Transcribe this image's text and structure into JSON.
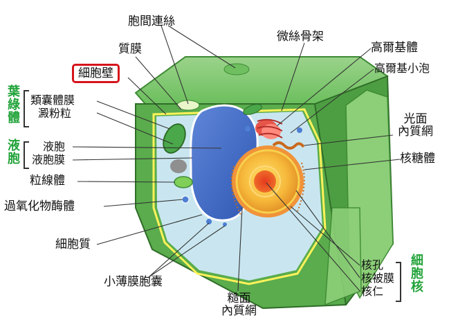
{
  "labels": {
    "plasmodesmata": "胞間連絲",
    "plasma_membrane": "質膜",
    "cell_wall": "細胞壁",
    "chloroplast": "葉綠體",
    "thylakoid_membrane": "類囊體膜",
    "starch_granule": "澱粉粒",
    "vacuole_group": "液胞",
    "vacuole": "液胞",
    "tonoplast": "液胞膜",
    "mitochondrion": "粒線體",
    "peroxisome": "過氧化物酶體",
    "cytoplasm": "細胞質",
    "vesicle": "小薄膜胞囊",
    "rough_er": "糙面\n內質網",
    "nucleus_group": "細胞核",
    "nuclear_pore": "核孔",
    "nuclear_envelope": "核被膜",
    "nucleolus": "核仁",
    "ribosome": "核糖體",
    "smooth_er": "光面\n內質網",
    "golgi_vesicle": "高爾基小泡",
    "golgi": "高爾基體",
    "cytoskeleton": "微絲骨架"
  },
  "colors": {
    "highlight_box": "#d6131b",
    "group_label": "#22a33a",
    "cell_wall_dark": "#3f8f3a",
    "cell_wall_light": "#7cc66a",
    "cytoplasm": "#c9e6f0",
    "vacuole": "#3a66c4",
    "nucleus": "#f4b73a"
  }
}
